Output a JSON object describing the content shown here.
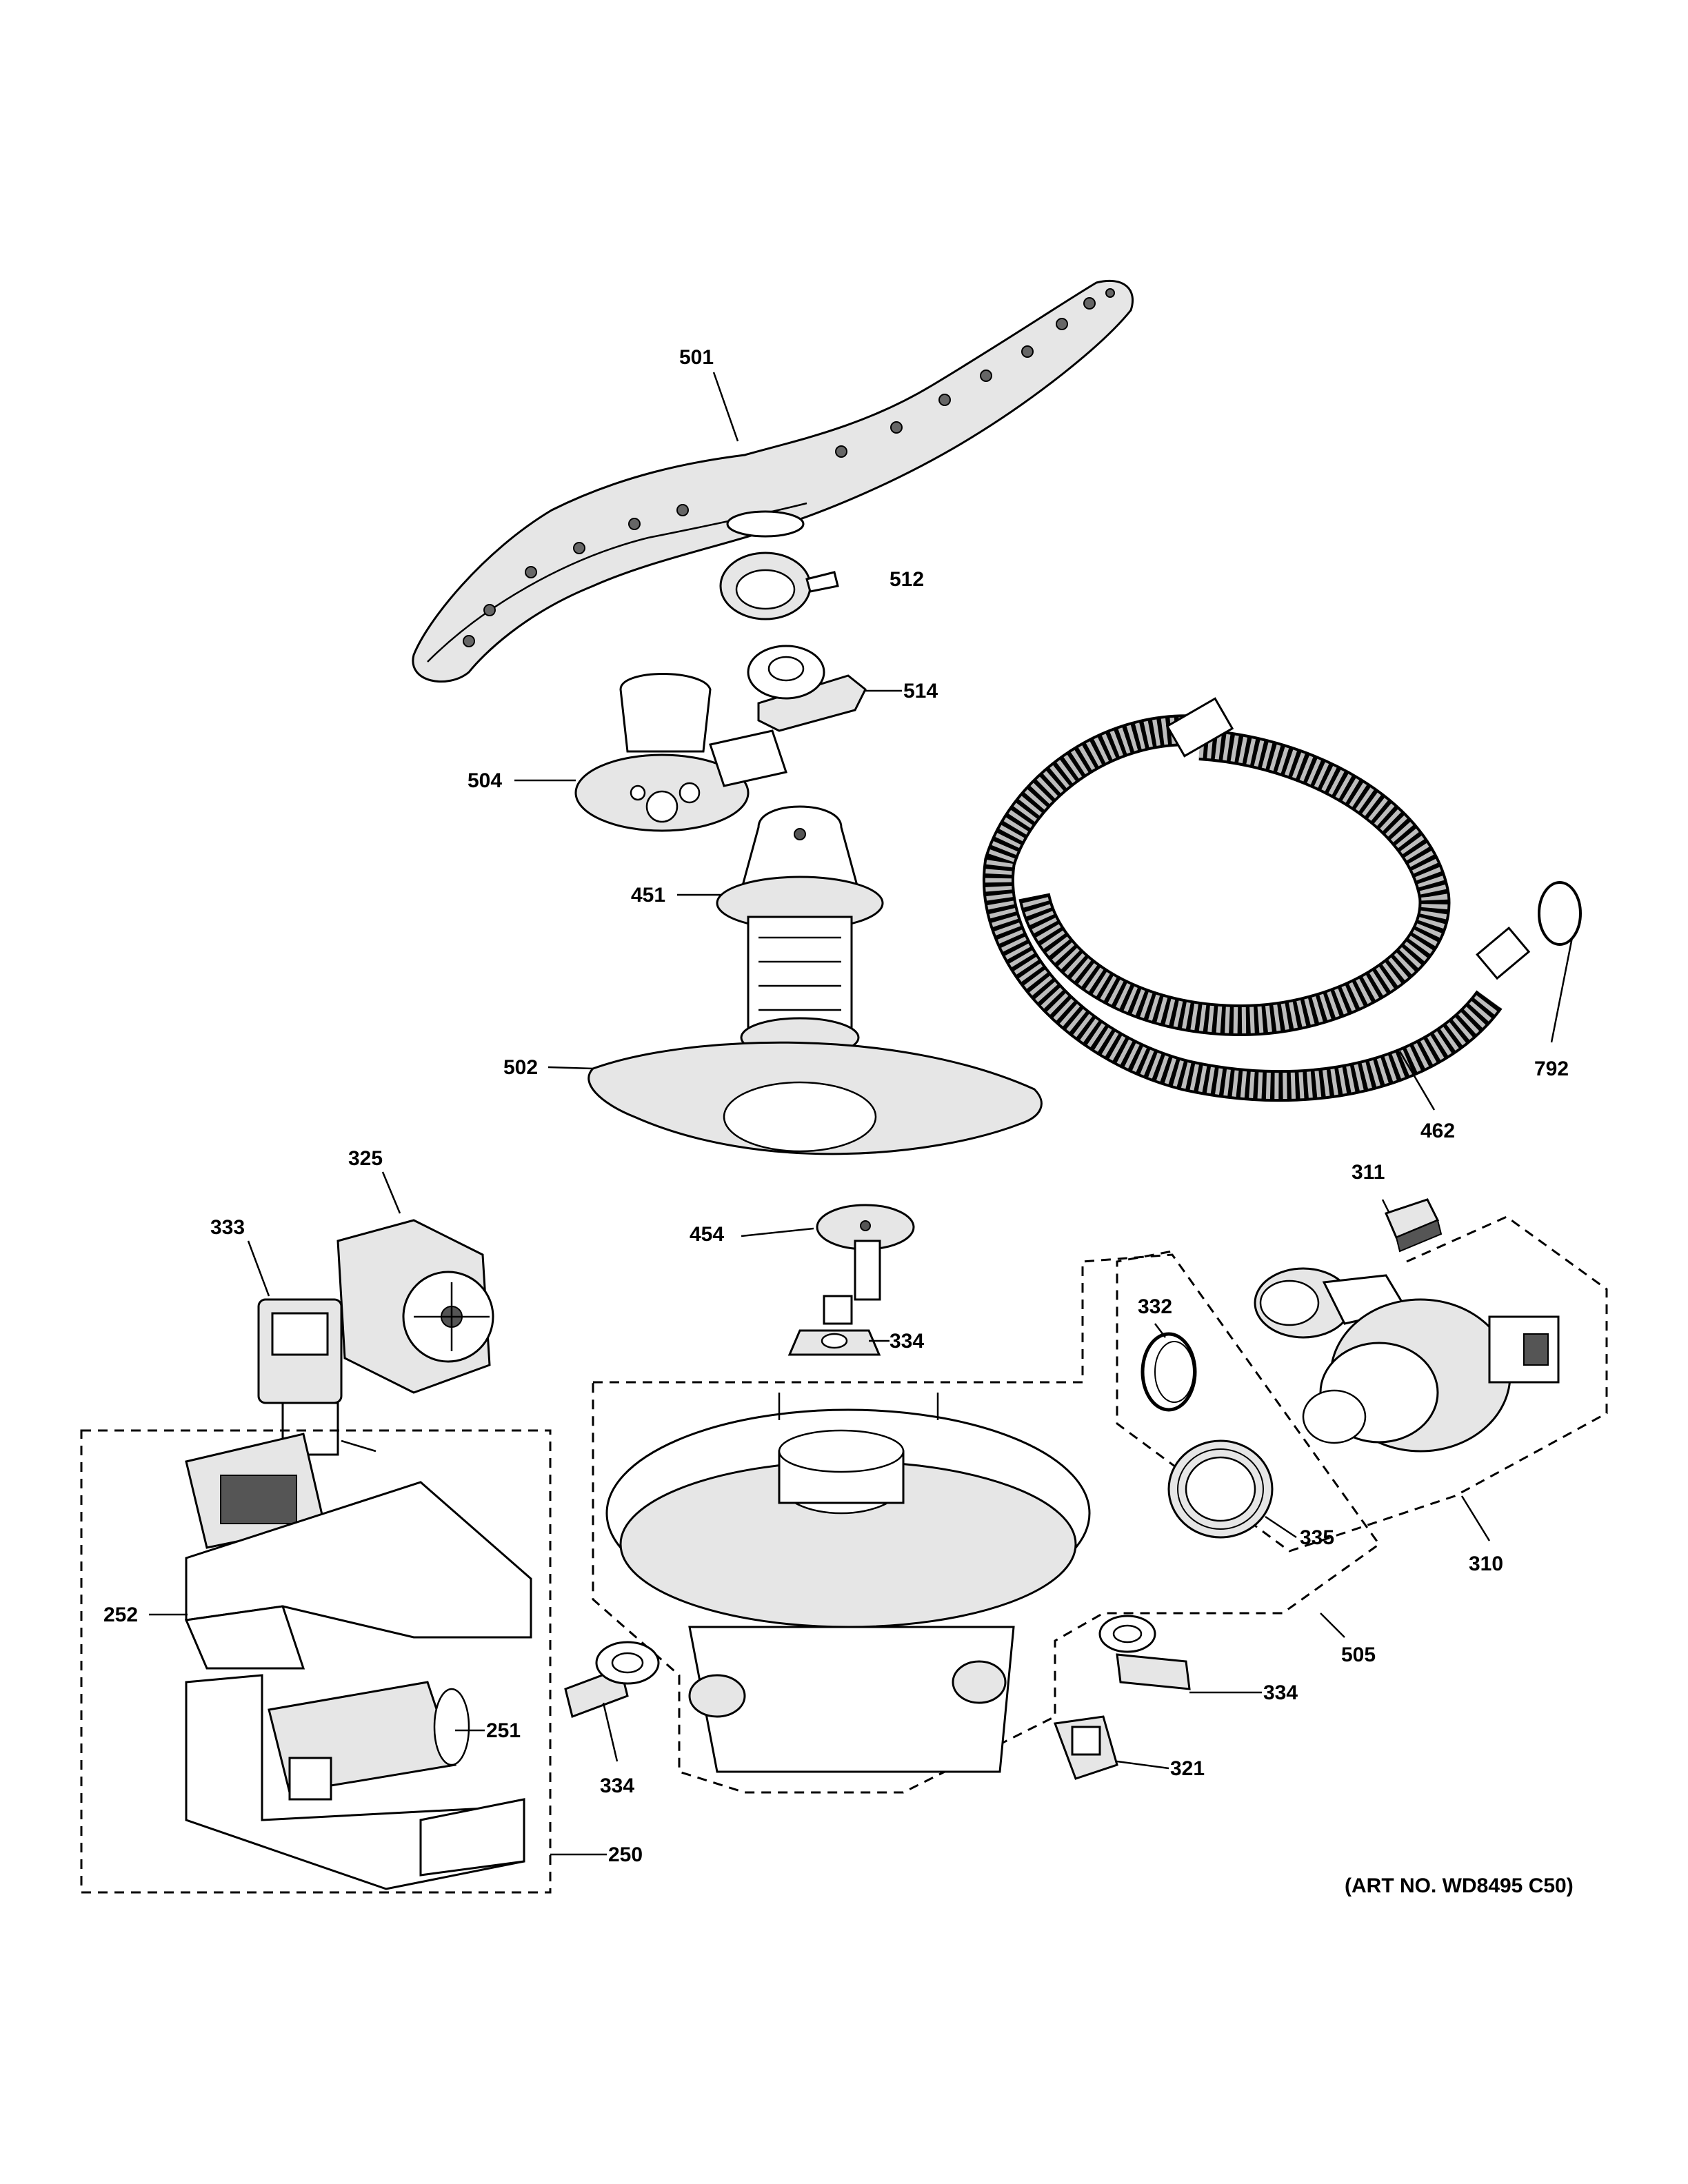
{
  "diagram": {
    "art_number": "(ART NO. WD8495 C50)",
    "callouts": {
      "p501": "501",
      "p512": "512",
      "p514": "514",
      "p504": "504",
      "p451": "451",
      "p502": "502",
      "p462": "462",
      "p792": "792",
      "p325": "325",
      "p333": "333",
      "p454": "454",
      "p311": "311",
      "p334_top": "334",
      "p332": "332",
      "p335": "335",
      "p310": "310",
      "p505": "505",
      "p252": "252",
      "p251": "251",
      "p250": "250",
      "p334_left": "334",
      "p334_right": "334",
      "p321": "321"
    }
  }
}
